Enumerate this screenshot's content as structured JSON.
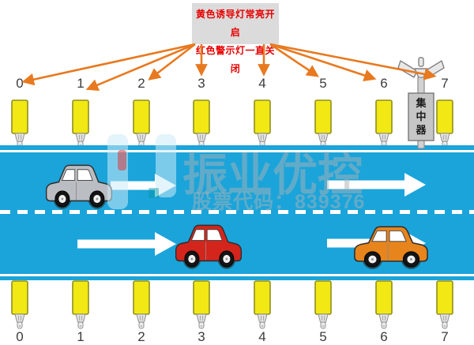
{
  "annotation_box": {
    "line1": "黄色诱导灯常亮开启",
    "line2": "红色警示灯一直关闭"
  },
  "lights": {
    "top_labels": [
      "0",
      "1",
      "2",
      "3",
      "4",
      "5",
      "6",
      "7"
    ],
    "bottom_labels": [
      "0",
      "1",
      "2",
      "3",
      "4",
      "5",
      "6",
      "7"
    ]
  },
  "concentrator": {
    "label": "集中器"
  },
  "watermark": {
    "brand": "振业优控",
    "stock_code_line": "股票代码：839376"
  },
  "colors": {
    "road": "#1ba4da",
    "lane_marking": "#ffffff",
    "light_body": "#f2e813",
    "light_border": "#8f8f1f",
    "pointer_arrow": "#e8791f",
    "annotation_text": "#e80000",
    "annotation_bg": "#dbdbdb",
    "wheel_well": "#225c6e"
  },
  "cars": [
    {
      "name": "silver-car",
      "body_color": "#babdc1"
    },
    {
      "name": "red-car",
      "body_color": "#d4251c"
    },
    {
      "name": "orange-car",
      "body_color": "#e7841b"
    }
  ]
}
